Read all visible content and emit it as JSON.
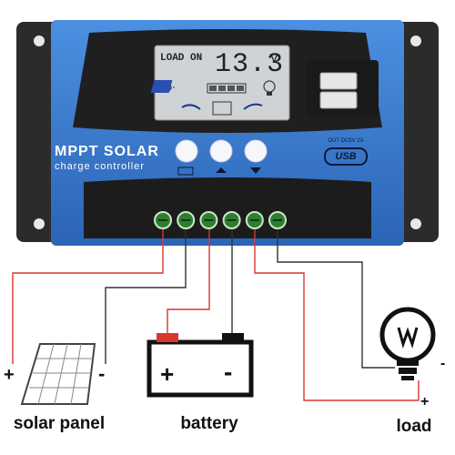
{
  "controller": {
    "display_mode": "LOAD ON",
    "display_value": "13.3",
    "display_unit": "V",
    "brand_title": "MPPT SOLAR",
    "brand_subtitle": "charge controller",
    "usb_output_label": "OUT DC5V 2A",
    "usb_badge": "USB",
    "buttons": [
      "menu-button",
      "up-button",
      "down-button"
    ],
    "terminals": 6
  },
  "labels": {
    "solar": "solar panel",
    "battery": "battery",
    "load": "load"
  },
  "polarity": {
    "positive": "+",
    "negative": "-"
  },
  "colors": {
    "housing": "#2a2a2a",
    "panel_blue": "#3d7fd3",
    "lcd": "#cfd3d6",
    "wire_red": "#d9372e",
    "wire_black": "#333333",
    "terminal_green": "#2f7d32"
  }
}
